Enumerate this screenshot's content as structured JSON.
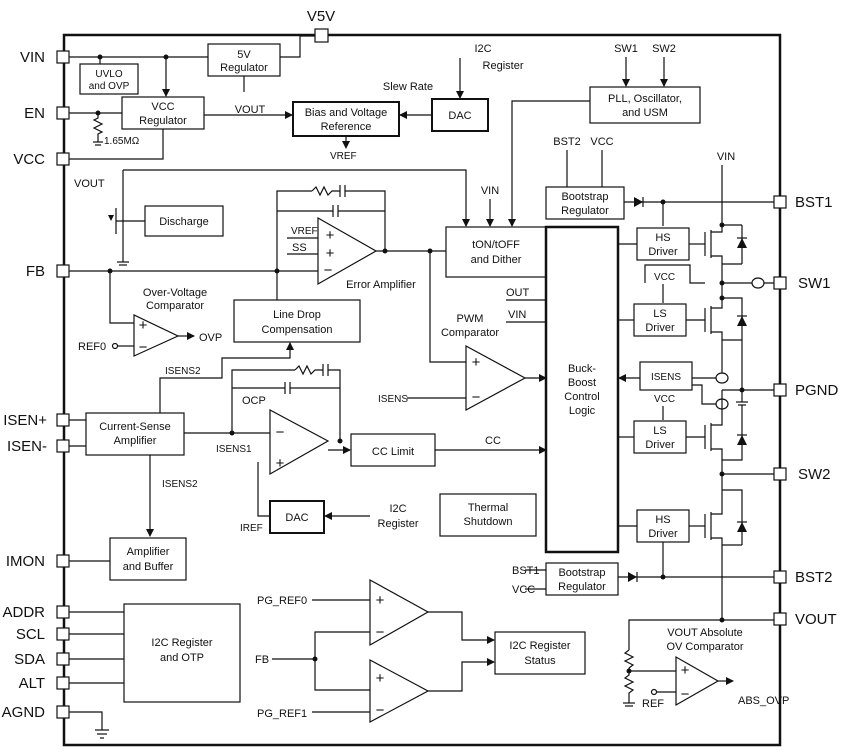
{
  "pins": {
    "vin": "VIN",
    "en": "EN",
    "vcc": "VCC",
    "fb": "FB",
    "isen_p": "ISEN+",
    "isen_n": "ISEN-",
    "imon": "IMON",
    "addr": "ADDR",
    "scl": "SCL",
    "sda": "SDA",
    "alt": "ALT",
    "agnd": "AGND",
    "v5v": "V5V",
    "bst1": "BST1",
    "sw1": "SW1",
    "pgnd": "PGND",
    "sw2": "SW2",
    "bst2": "BST2",
    "vout": "VOUT"
  },
  "blocks": {
    "uvlo": [
      "UVLO",
      "and OVP"
    ],
    "reg5v": [
      "5V",
      "Regulator"
    ],
    "vcc_reg": [
      "VCC",
      "Regulator"
    ],
    "bias": [
      "Bias and Voltage",
      "Reference"
    ],
    "dac_top": "DAC",
    "pll": [
      "PLL, Oscillator,",
      "and USM"
    ],
    "discharge": "Discharge",
    "error_amp": "Error Amplifier",
    "ton": [
      "tON/tOFF",
      "and Dither"
    ],
    "boot1": [
      "Bootstrap",
      "Regulator"
    ],
    "hs1": [
      "HS",
      "Driver"
    ],
    "ls1": [
      "LS",
      "Driver"
    ],
    "ovp_comp": [
      "Over-Voltage",
      "Comparator"
    ],
    "line_drop": [
      "Line Drop",
      "Compensation"
    ],
    "pwm": [
      "PWM",
      "Comparator"
    ],
    "buck_boost": [
      "Buck-",
      "Boost",
      "Control",
      "Logic"
    ],
    "isens_box": "ISENS",
    "ls2": [
      "LS",
      "Driver"
    ],
    "csa": [
      "Current-Sense",
      "Amplifier"
    ],
    "cc_limit": "CC Limit",
    "dac_bot": "DAC",
    "thermal": [
      "Thermal",
      "Shutdown"
    ],
    "hs2": [
      "HS",
      "Driver"
    ],
    "amp_buf": [
      "Amplifier",
      "and Buffer"
    ],
    "boot2": [
      "Bootstrap",
      "Regulator"
    ],
    "i2c_otp": [
      "I2C Register",
      "and OTP"
    ],
    "i2c_status": [
      "I2C Register",
      "Status"
    ],
    "abs_comp": [
      "VOUT Absolute",
      "OV Comparator"
    ]
  },
  "labels": {
    "i2c_register_top": [
      "I2C",
      "Register"
    ],
    "slew_rate": "Slew Rate",
    "vout_small": "VOUT",
    "res_1m65": "1.65MΩ",
    "vref": "VREF",
    "vout_net": "VOUT",
    "vref_ea": "VREF",
    "ss": "SS",
    "vin_ton": "VIN",
    "bst2_top": "BST2",
    "vcc_top": "VCC",
    "vin_right": "VIN",
    "sw1_in": "SW1",
    "sw2_in": "SW2",
    "ovp": "OVP",
    "ref0": "REF0",
    "out": "OUT",
    "vin_mid": "VIN",
    "vcc_ls1": "VCC",
    "isens_pwm": "ISENS",
    "vcc_ls2": "VCC",
    "isens2_a": "ISENS2",
    "ocp": "OCP",
    "isens1": "ISENS1",
    "cc": "CC",
    "isens2_b": "ISENS2",
    "iref": "IREF",
    "i2c_register_bot": [
      "I2C",
      "Register"
    ],
    "bst1_bot": "BST1",
    "vcc_bot": "VCC",
    "pg_ref0": "PG_REF0",
    "fb_pg": "FB",
    "pg_ref1": "PG_REF1",
    "ref_abs": "REF",
    "abs_ovp": "ABS_OVP",
    "plus": "+",
    "minus": "−"
  }
}
